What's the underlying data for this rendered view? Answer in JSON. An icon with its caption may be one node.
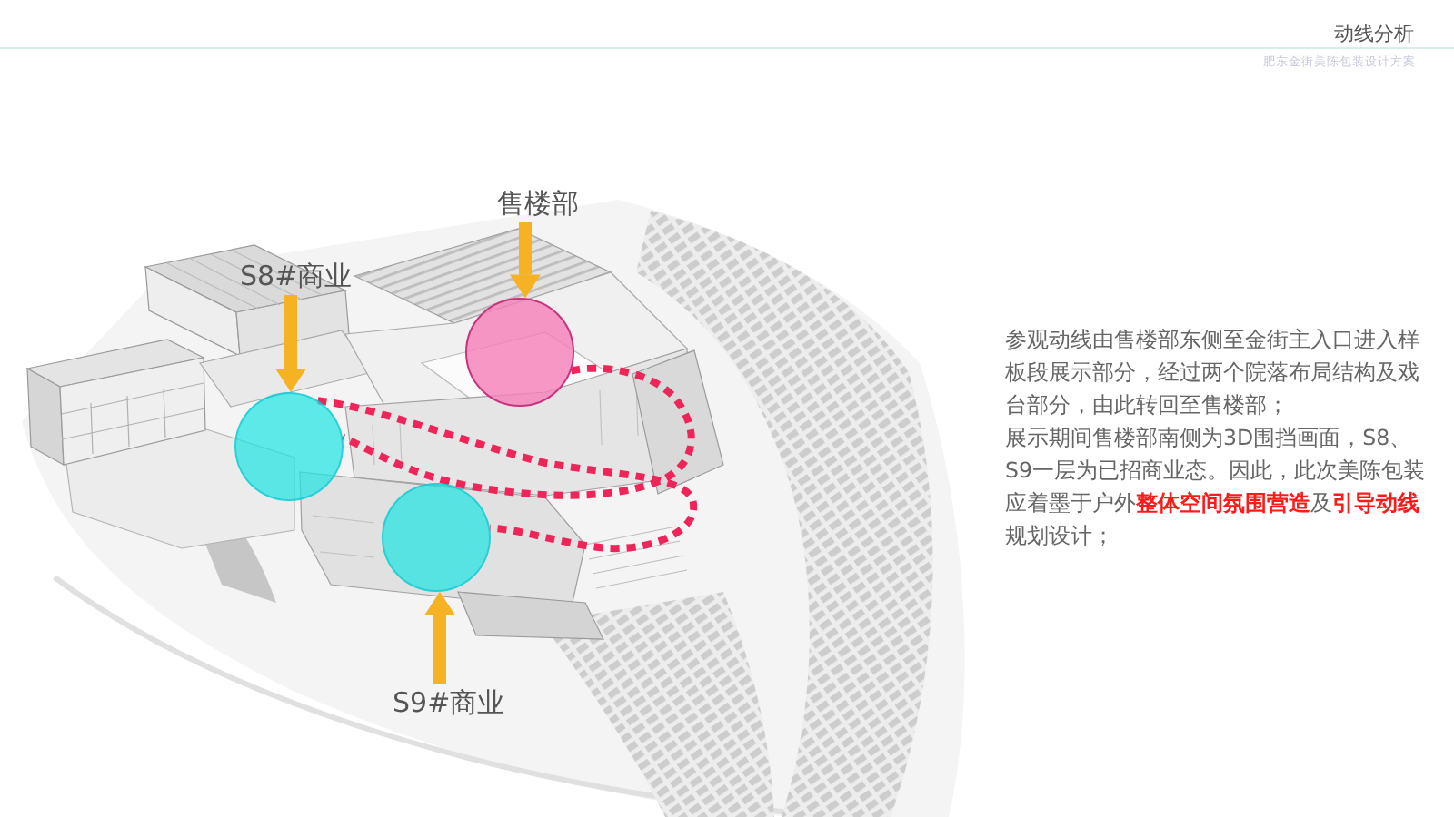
{
  "diagram": {
    "title": "动线分析",
    "nodes": [
      {
        "text": [
          "售楼部"
        ]
      },
      {
        "text": [],
        "shape": "circle"
      },
      {
        "text": [
          "S8#商业"
        ]
      },
      {
        "text": [],
        "shape": "circle"
      },
      {
        "text": [
          "S9#商业"
        ]
      },
      {
        "text": [],
        "shape": "circle"
      }
    ],
    "edges": [
      {
        "from": 0,
        "to": 1,
        "arrow": "to"
      },
      {
        "from": 2,
        "to": 3,
        "arrow": "to"
      },
      {
        "from": 4,
        "to": 5,
        "arrow": "to"
      },
      {
        "from": 1,
        "to": 3,
        "arrow": "none",
        "style": "dashed",
        "color": "#ef2458"
      },
      {
        "from": 3,
        "to": 5,
        "arrow": "none",
        "style": "dashed",
        "color": "#ef2458"
      }
    ],
    "labels": [
      "肥东金街美陈包装设计方案",
      "参观动线由售楼部东侧至金街主入口进入样板段展示部分，经过两个院落布局结构及戏台部分，由此转回至售楼部；",
      "展示期间售楼部南侧为3D围挡画面，S8、S9一层为已招商业态。因此，此次美陈包装应着墨于户外**整体空间氛围营造**及**引导动线**规划设计；"
    ]
  }
}
